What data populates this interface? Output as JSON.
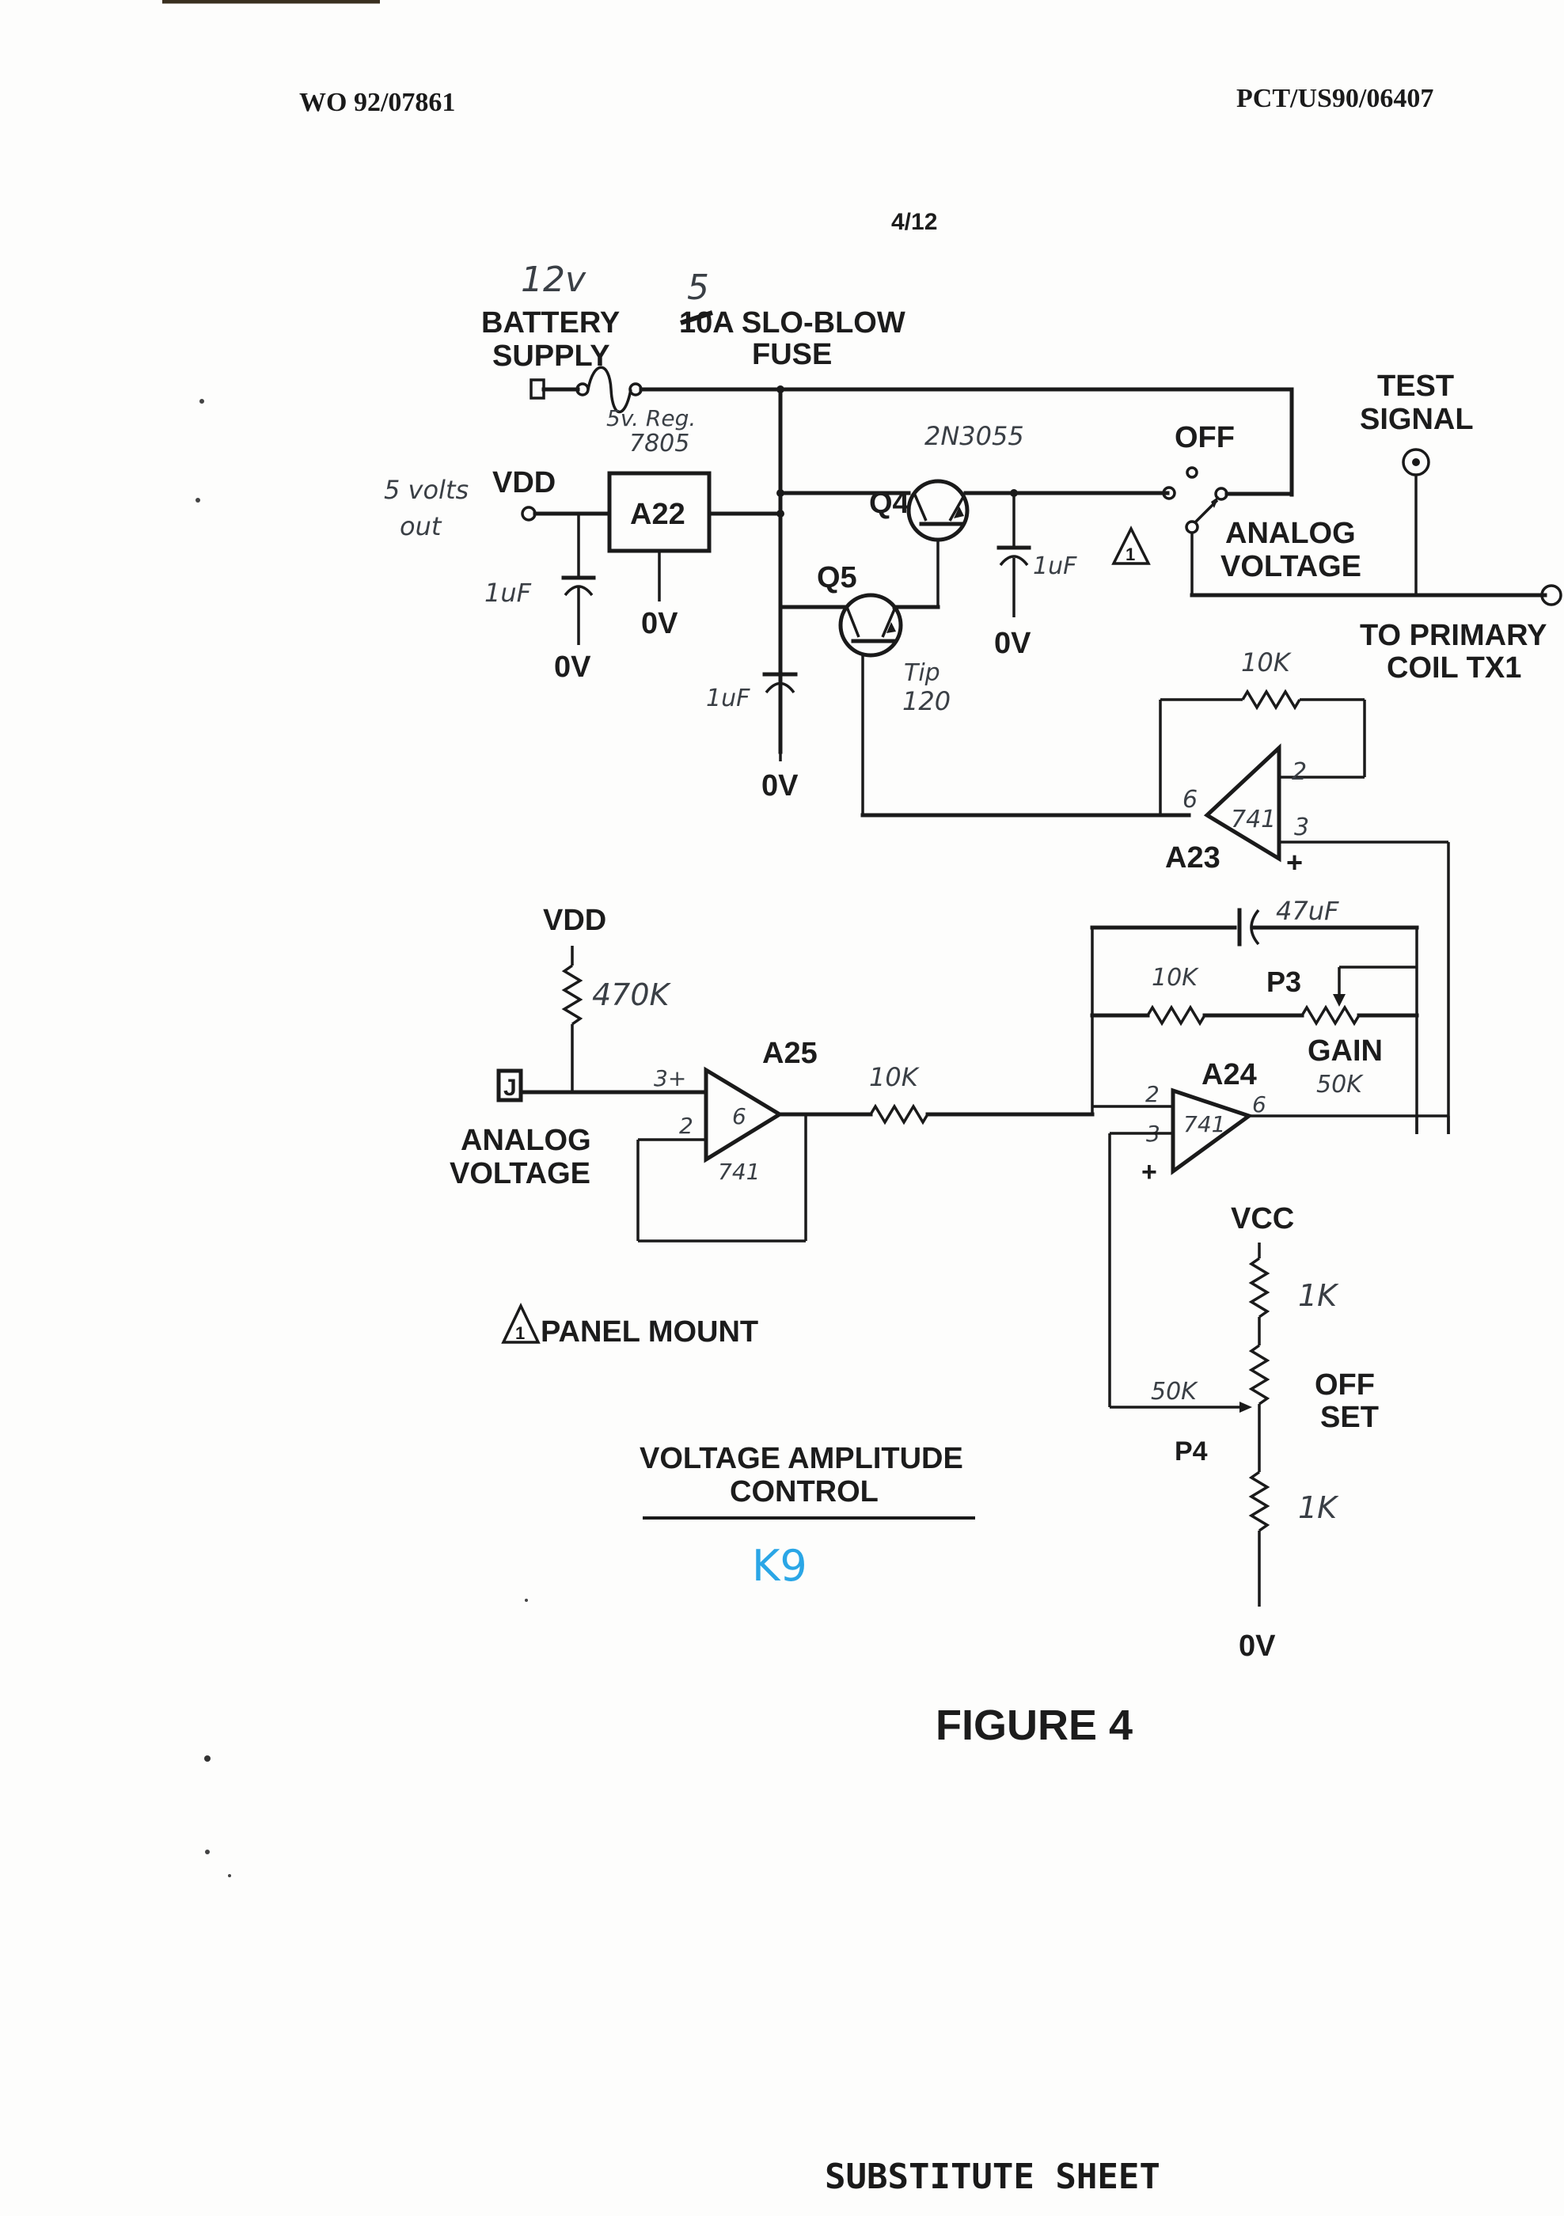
{
  "header": {
    "publication_number": "WO 92/07861",
    "application_number": "PCT/US90/06407",
    "sheet_number": "4/12"
  },
  "power": {
    "battery_label_1": "BATTERY",
    "battery_label_2": "SUPPLY",
    "battery_voltage_note": "12v",
    "fuse_label_1": "10A SLO-BLOW",
    "fuse_label_2": "FUSE",
    "fuse_rating_correction": "5",
    "regulator_note_1": "5v. Reg.",
    "regulator_note_2": "7805",
    "regulator_ref": "A22",
    "vdd_label": "VDD",
    "vdd_note_1": "5 volts",
    "vdd_note_2": "out",
    "cap1_value": "1uF",
    "cap2_value": "1uF",
    "cap3_value": "1uF",
    "ground_label": "0V"
  },
  "transistors": {
    "q4_ref": "Q4",
    "q4_part": "2N3055",
    "q5_ref": "Q5",
    "q5_part_1": "Tip",
    "q5_part_2": "120"
  },
  "switch": {
    "off_label": "OFF",
    "analog_label_1": "ANALOG",
    "analog_label_2": "VOLTAGE",
    "note_marker": "1"
  },
  "output": {
    "test_signal_1": "TEST",
    "test_signal_2": "SIGNAL",
    "primary_1": "TO PRIMARY",
    "primary_2": "COIL TX1"
  },
  "opamps": {
    "a23": {
      "ref": "A23",
      "part": "741",
      "feedback_resistor": "10K",
      "pin_out": "6",
      "pin_inv": "2",
      "pin_noninv": "3",
      "plus": "+"
    },
    "a24": {
      "ref": "A24",
      "part": "741",
      "pin_inv": "2",
      "pin_noninv": "3",
      "pin_out": "6",
      "plus": "+",
      "feedback_cap": "47uF",
      "feedback_resistor": "10K",
      "gain_pot_ref": "P3",
      "gain_label": "GAIN",
      "gain_pot_value": "50K"
    },
    "a25": {
      "ref": "A25",
      "part": "741",
      "pin_noninv": "3+",
      "pin_inv": "2",
      "pin_out": "6",
      "input_resistor": "10K"
    }
  },
  "input": {
    "vdd_label": "VDD",
    "pullup_value": "470K",
    "jack_label": "J",
    "analog_label_1": "ANALOG",
    "analog_label_2": "VOLTAGE"
  },
  "offset": {
    "vcc_label": "VCC",
    "r_top": "1K",
    "r_bottom": "1K",
    "pot_value": "50K",
    "pot_ref": "P4",
    "label_1": "OFF",
    "label_2": "SET",
    "ground_label": "0V"
  },
  "notes": {
    "panel_mount_marker": "1",
    "panel_mount": "PANEL MOUNT"
  },
  "caption": {
    "title_1": "VOLTAGE AMPLITUDE",
    "title_2": "CONTROL",
    "handwritten_code": "K9",
    "figure": "FIGURE 4",
    "footer": "SUBSTITUTE SHEET"
  }
}
